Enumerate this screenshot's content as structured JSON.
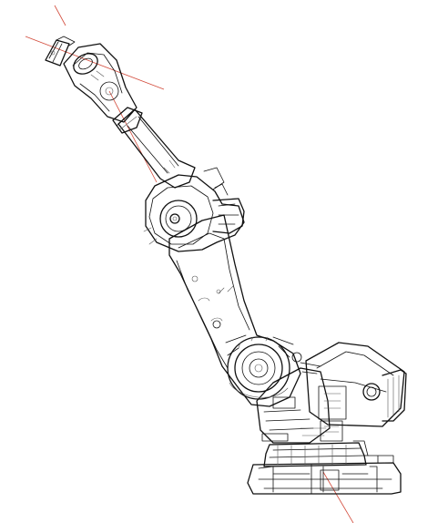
{
  "colors": {
    "background": "#ffffff",
    "outline": "#111111",
    "outline_light": "#6a6a6a",
    "axis_line": "#d24a3a"
  },
  "parts": [
    "base",
    "turntable",
    "counterbalance",
    "lower-arm",
    "elbow-housing",
    "upper-arm",
    "wrist",
    "tool-flange"
  ]
}
